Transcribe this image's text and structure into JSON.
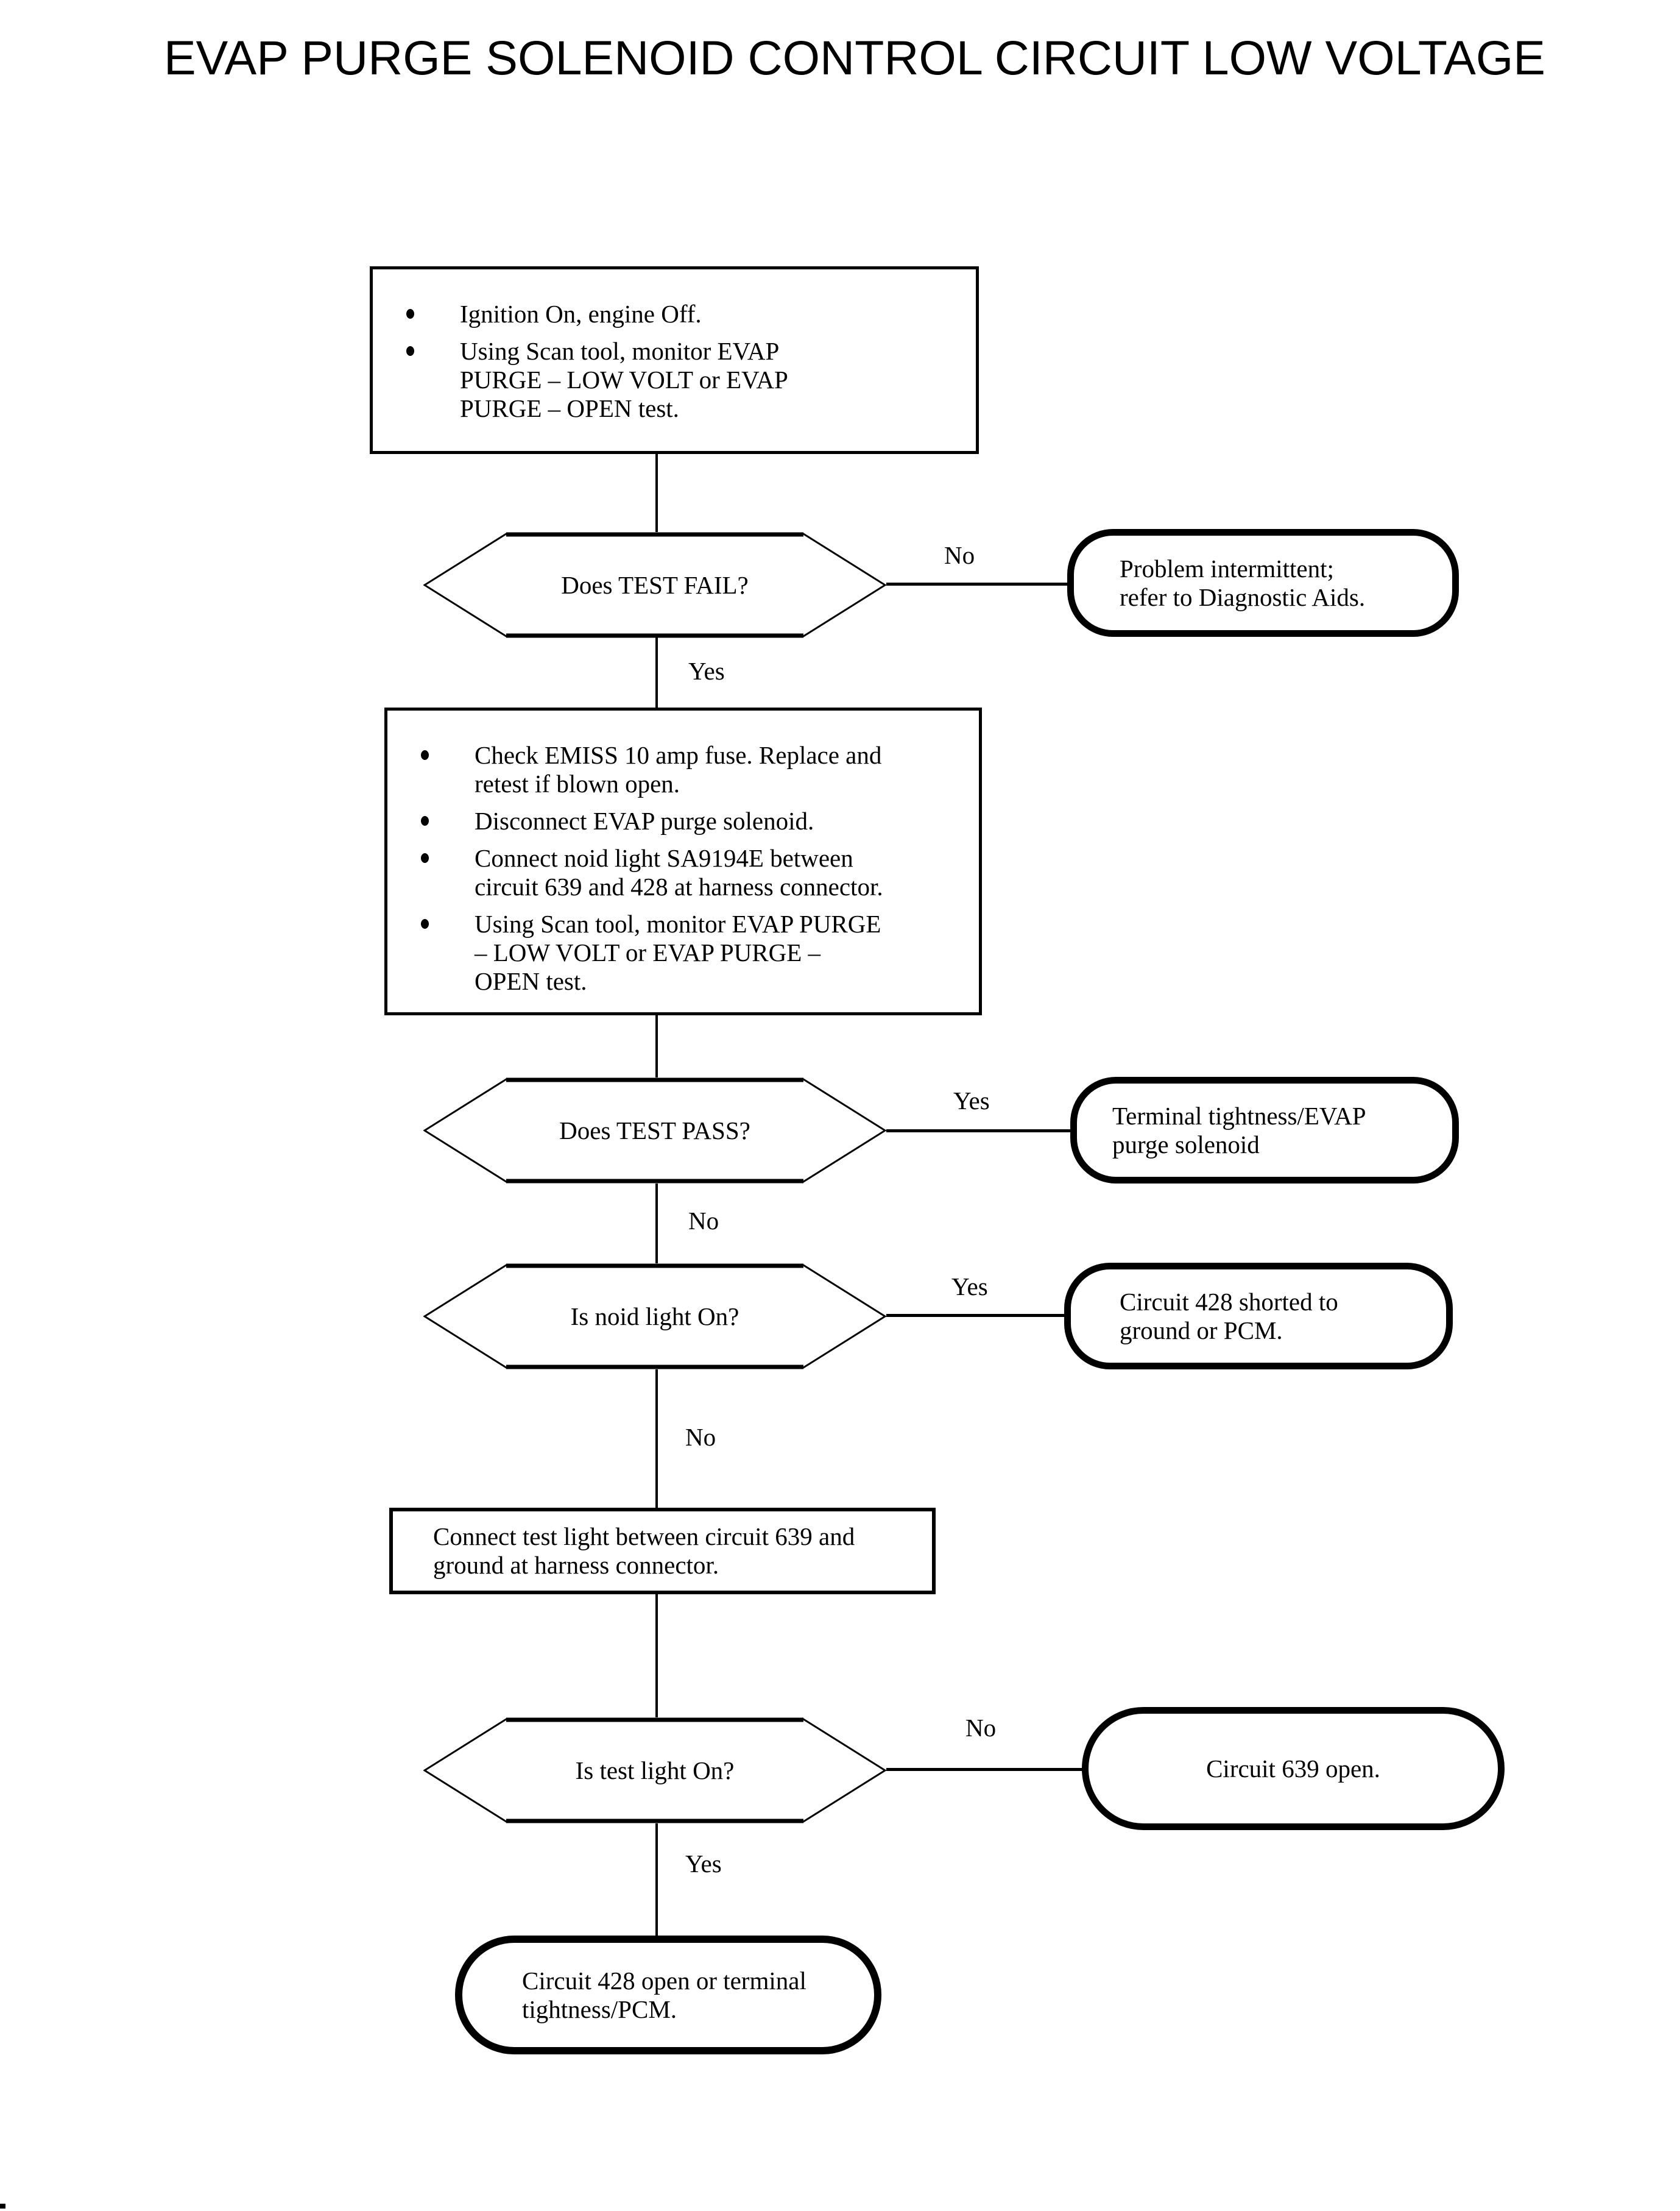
{
  "title": "EVAP PURGE SOLENOID CONTROL CIRCUIT LOW VOLTAGE",
  "flow": {
    "step1": {
      "bullets": [
        "Ignition On, engine Off.",
        "Using Scan tool, monitor EVAP\nPURGE – LOW VOLT or EVAP\nPURGE – OPEN test."
      ]
    },
    "decision_test_fail": {
      "question": "Does TEST FAIL?",
      "right_branch": "No",
      "down_branch": "Yes"
    },
    "result_intermittent": {
      "text": "Problem intermittent;\nrefer to Diagnostic Aids."
    },
    "step2": {
      "bullets": [
        "Check EMISS 10 amp fuse. Replace and\nretest if blown open.",
        "Disconnect EVAP purge solenoid.",
        "Connect noid light SA9194E between\ncircuit 639 and 428 at harness connector.",
        "Using Scan tool, monitor EVAP PURGE\n– LOW VOLT or EVAP PURGE –\nOPEN test."
      ]
    },
    "decision_test_pass": {
      "question": "Does TEST PASS?",
      "right_branch": "Yes",
      "down_branch": "No"
    },
    "result_terminal_tightness": {
      "text": "Terminal tightness/EVAP\npurge solenoid"
    },
    "decision_noid_light": {
      "question": "Is noid light On?",
      "right_branch": "Yes",
      "down_branch": "No"
    },
    "result_circuit428_shorted": {
      "text": "Circuit 428 shorted to\nground or PCM."
    },
    "step3": {
      "text": "Connect test light between circuit 639 and\nground at harness connector."
    },
    "decision_test_light": {
      "question": "Is test light On?",
      "right_branch": "No",
      "down_branch": "Yes"
    },
    "result_circuit639_open": {
      "text": "Circuit 639 open."
    },
    "result_circuit428_open": {
      "text": "Circuit 428 open or terminal\ntightness/PCM."
    }
  }
}
